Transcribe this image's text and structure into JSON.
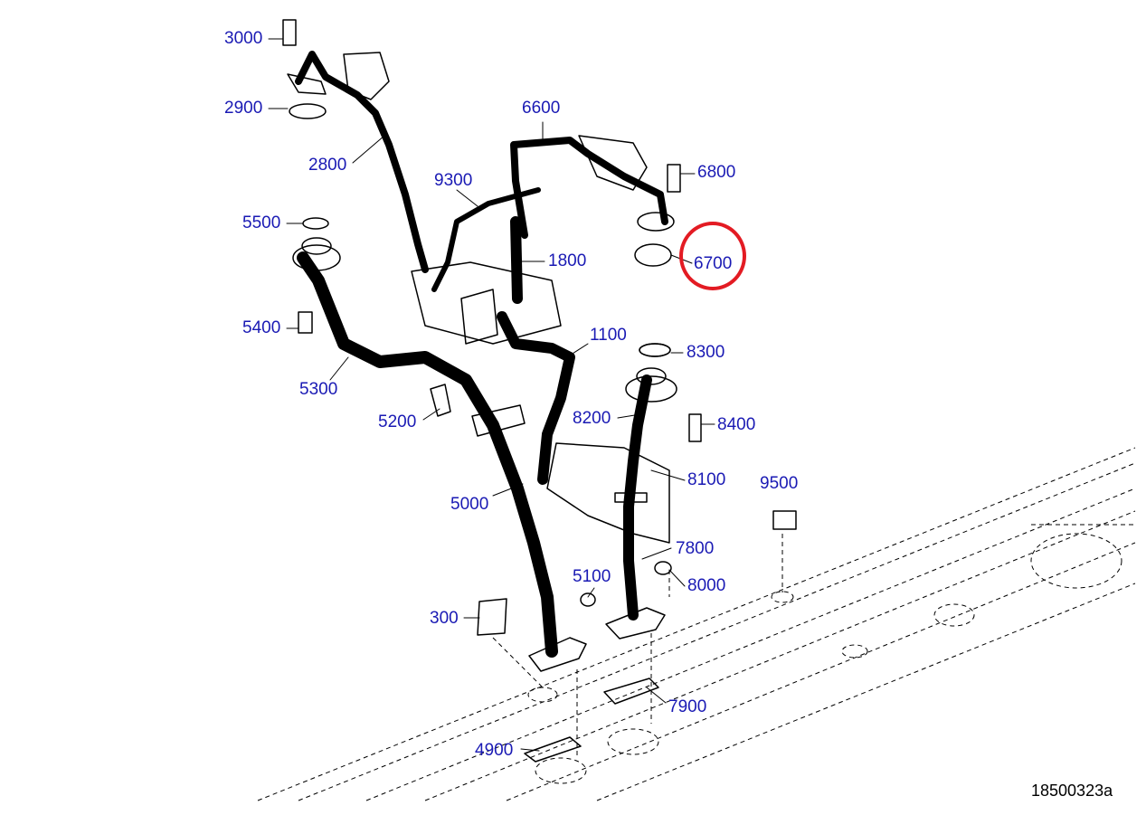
{
  "colors": {
    "label": "#1a1ab4",
    "highlight": "#e31b23",
    "line": "#000000"
  },
  "labels": [
    {
      "id": "3000",
      "text": "3000"
    },
    {
      "id": "2900",
      "text": "2900"
    },
    {
      "id": "2800",
      "text": "2800"
    },
    {
      "id": "6600",
      "text": "6600"
    },
    {
      "id": "6800",
      "text": "6800"
    },
    {
      "id": "9300",
      "text": "9300"
    },
    {
      "id": "5500",
      "text": "5500"
    },
    {
      "id": "1800",
      "text": "1800"
    },
    {
      "id": "6700",
      "text": "6700",
      "highlighted": true
    },
    {
      "id": "5400",
      "text": "5400"
    },
    {
      "id": "1100",
      "text": "1100"
    },
    {
      "id": "8300",
      "text": "8300"
    },
    {
      "id": "5300",
      "text": "5300"
    },
    {
      "id": "8200",
      "text": "8200"
    },
    {
      "id": "8400",
      "text": "8400"
    },
    {
      "id": "5200",
      "text": "5200"
    },
    {
      "id": "8100",
      "text": "8100"
    },
    {
      "id": "9500",
      "text": "9500"
    },
    {
      "id": "5000",
      "text": "5000"
    },
    {
      "id": "7800",
      "text": "7800"
    },
    {
      "id": "5100",
      "text": "5100"
    },
    {
      "id": "8000",
      "text": "8000"
    },
    {
      "id": "300",
      "text": "300"
    },
    {
      "id": "7900",
      "text": "7900"
    },
    {
      "id": "4900",
      "text": "4900"
    }
  ],
  "figure_id": "18500323a"
}
